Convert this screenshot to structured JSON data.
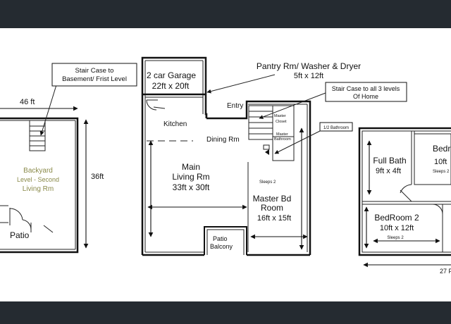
{
  "labels": {
    "stair_basement": [
      "Stair Case to",
      "Basement/ Frist Level"
    ],
    "width_46": "46 ft",
    "backyard": [
      "Backyard",
      "Level - Second",
      "Living Rm"
    ],
    "height_36": "36ft",
    "patio_left": "Patio",
    "garage": [
      "2 car Garage",
      "22ft x 20ft"
    ],
    "pantry": [
      "Pantry Rm/ Washer & Dryer",
      "5ft x 12ft"
    ],
    "stair_all": [
      "Stair Case to all 3 levels",
      "Of Home"
    ],
    "entry": "Entry",
    "kitchen": "Kitchen",
    "master_closet": [
      "Master",
      "Closet"
    ],
    "half_bath": "1/2 Bathroom",
    "master_bathroom": [
      "Master",
      "Bathroom"
    ],
    "dining": "Dining Rm",
    "main_living": [
      "Main",
      "Living Rm",
      "33ft x 30ft"
    ],
    "sleeps2_master": "Sleeps 2",
    "master_bd": [
      "Master Bd",
      "Room",
      "16ft x 15ft"
    ],
    "patio_balcony": [
      "Patio",
      "Balcony"
    ],
    "full_bath": [
      "Full Bath",
      "9ft x 4ft"
    ],
    "bedroom_right": [
      "Bedr",
      "10ft",
      "Sleeps 2"
    ],
    "bedroom2": [
      "BedRoom 2",
      "10ft x 12ft",
      "Sleeps 2"
    ],
    "width_27": "27 F"
  },
  "colors": {
    "band": "#252b31",
    "backyard_text": "#8a8a4a"
  }
}
